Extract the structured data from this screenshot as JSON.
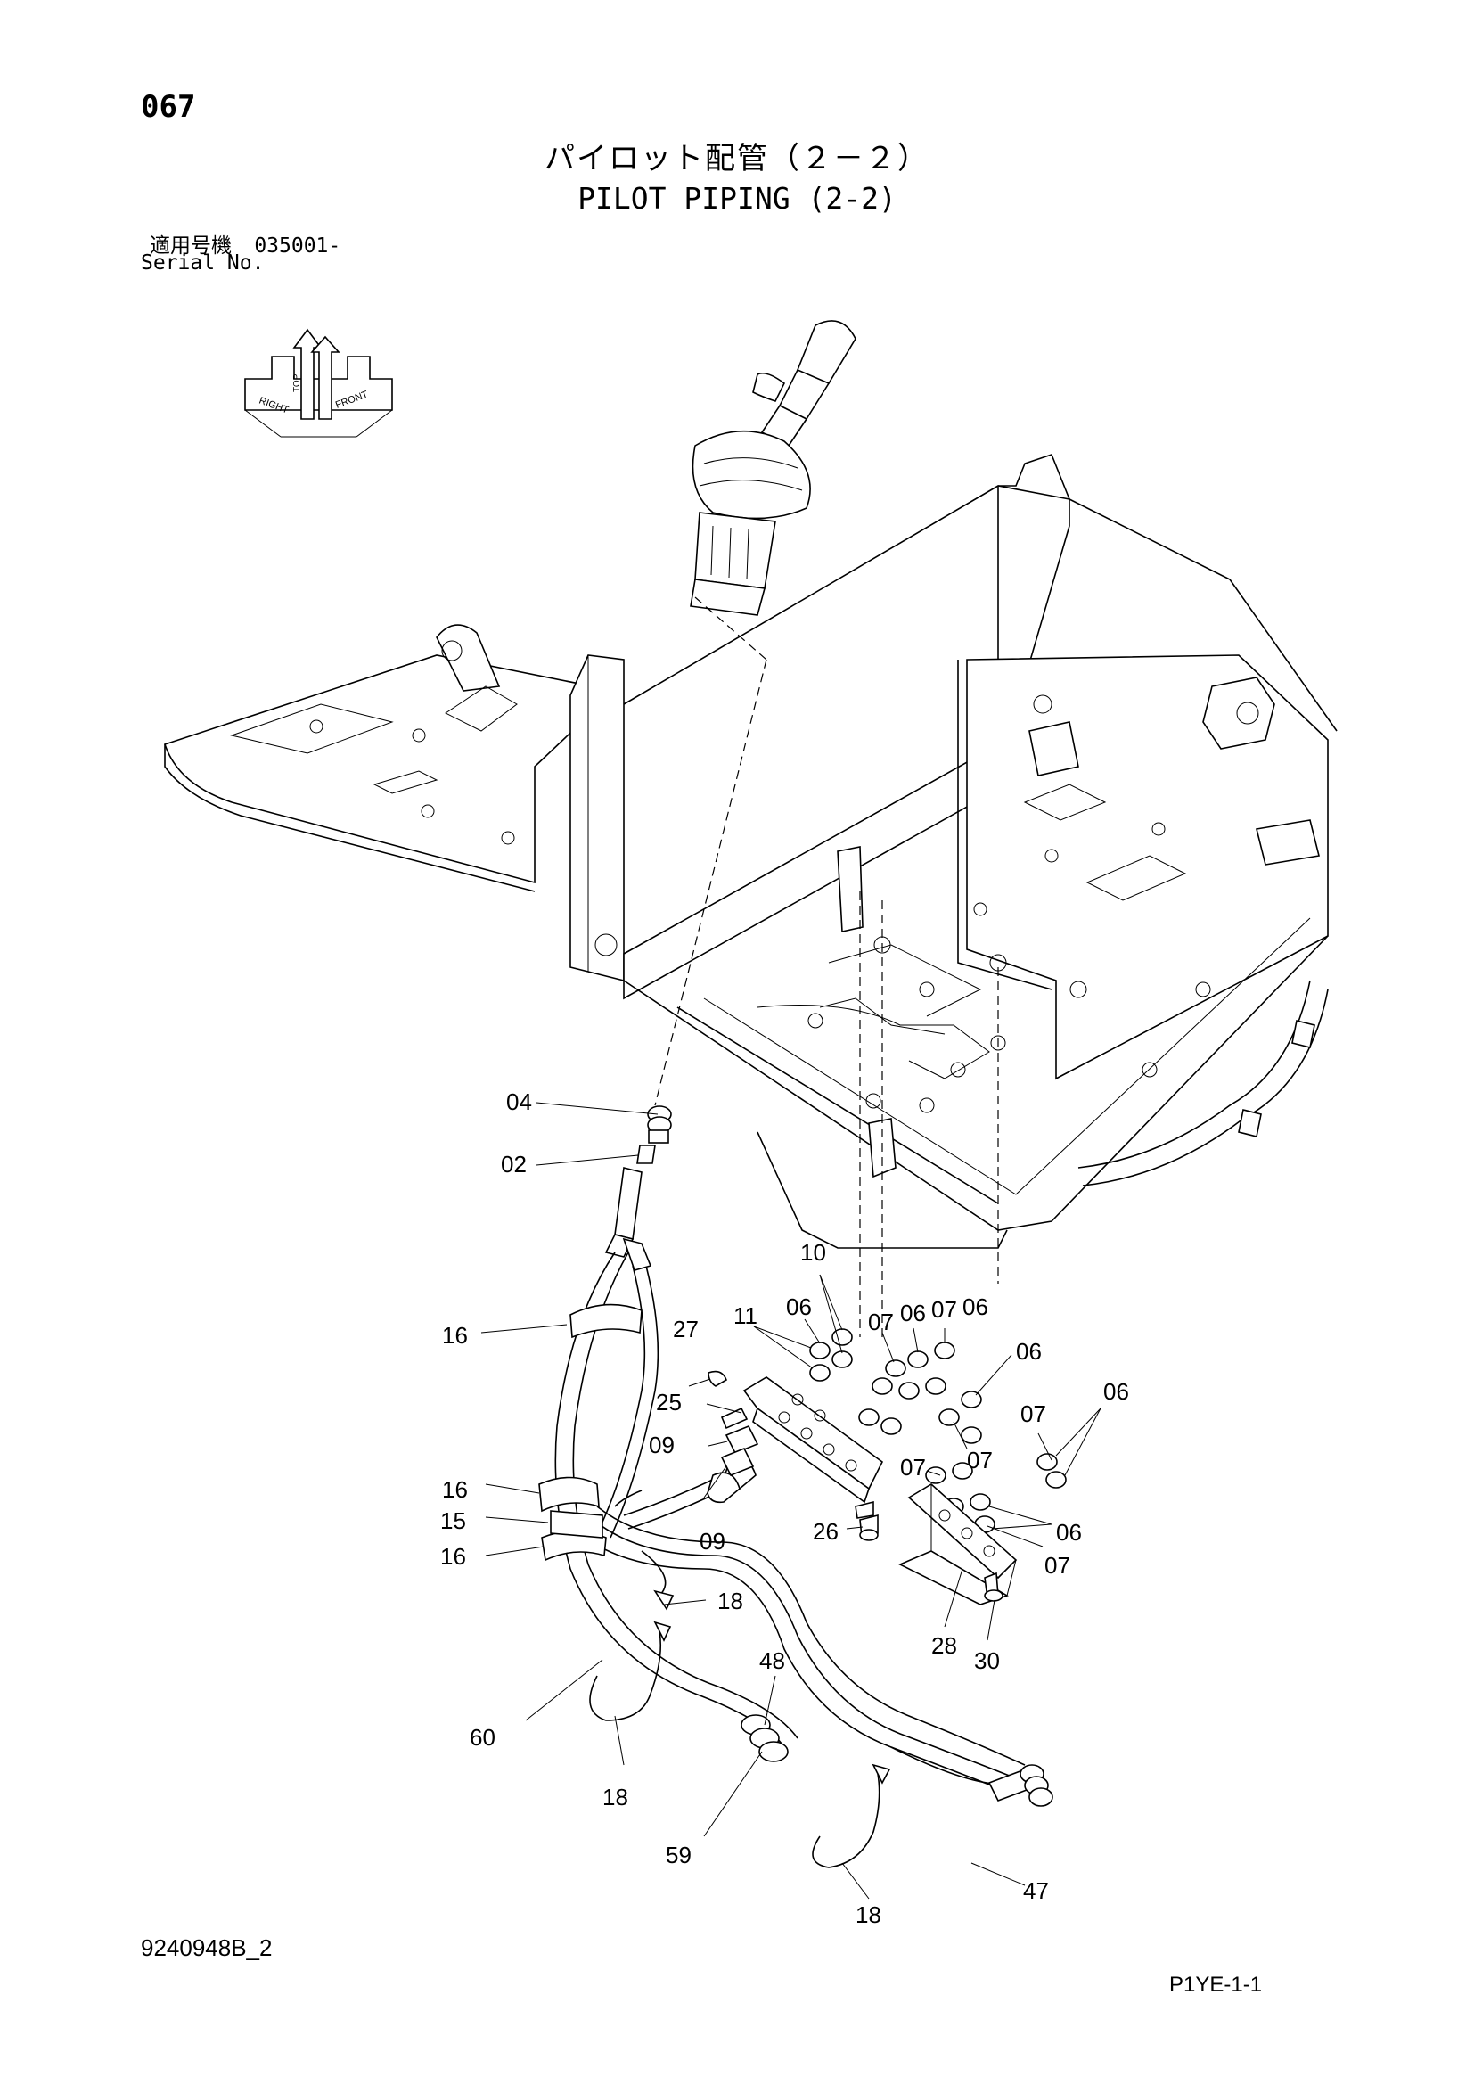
{
  "header": {
    "page_number": "067",
    "title_jp": "パイロット配管（２－２）",
    "title_en": "PILOT PIPING (2-2)",
    "serial_label_jp": "適用号機",
    "serial_value": "035001-",
    "serial_label_en": "Serial No."
  },
  "orientation_icon": {
    "labels": [
      "RIGHT",
      "TOP",
      "FRONT"
    ],
    "icon": "orientation-arrows-icon"
  },
  "callouts": [
    "04",
    "02",
    "10",
    "11",
    "06",
    "07",
    "06",
    "07",
    "06",
    "27",
    "25",
    "06",
    "07",
    "06",
    "09",
    "07",
    "16",
    "09",
    "07",
    "15",
    "26",
    "06",
    "16",
    "07",
    "18",
    "28",
    "30",
    "48",
    "60",
    "18",
    "59",
    "47",
    "18",
    "16"
  ],
  "footer": {
    "drawing_code": "9240948B_2",
    "page_code": "P1YE-1-1"
  }
}
